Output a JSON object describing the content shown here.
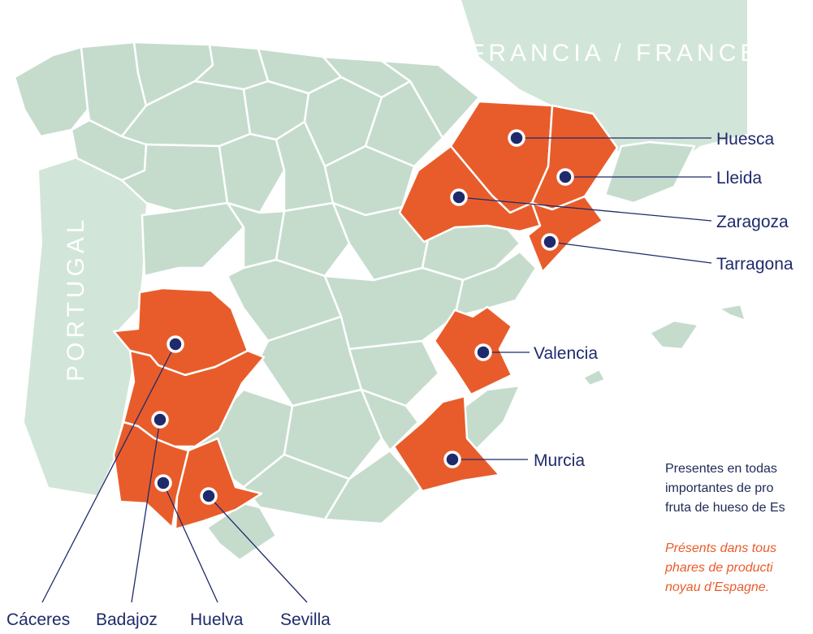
{
  "map": {
    "countries": [
      "FRANCIA / FRANCE",
      "PORTUGAL"
    ],
    "regions": [
      {
        "name": "Huesca",
        "highlighted": true
      },
      {
        "name": "Lleida",
        "highlighted": true
      },
      {
        "name": "Zaragoza",
        "highlighted": true
      },
      {
        "name": "Tarragona",
        "highlighted": true
      },
      {
        "name": "Valencia",
        "highlighted": true
      },
      {
        "name": "Murcia",
        "highlighted": true
      },
      {
        "name": "Cáceres",
        "highlighted": true
      },
      {
        "name": "Badajoz",
        "highlighted": true
      },
      {
        "name": "Huelva",
        "highlighted": true
      },
      {
        "name": "Sevilla",
        "highlighted": true
      }
    ],
    "colors": {
      "highlight": "#e85c2b",
      "province": "#c5dccd",
      "neighbor": "#d2e5d9",
      "marker": "#1f2a6b"
    }
  },
  "description": {
    "es_lines": [
      "Presentes en todas",
      "importantes de pro",
      "fruta de hueso de Es"
    ],
    "fr_lines": [
      "Présents dans tous",
      "phares de producti",
      "noyau d’Espagne."
    ]
  }
}
